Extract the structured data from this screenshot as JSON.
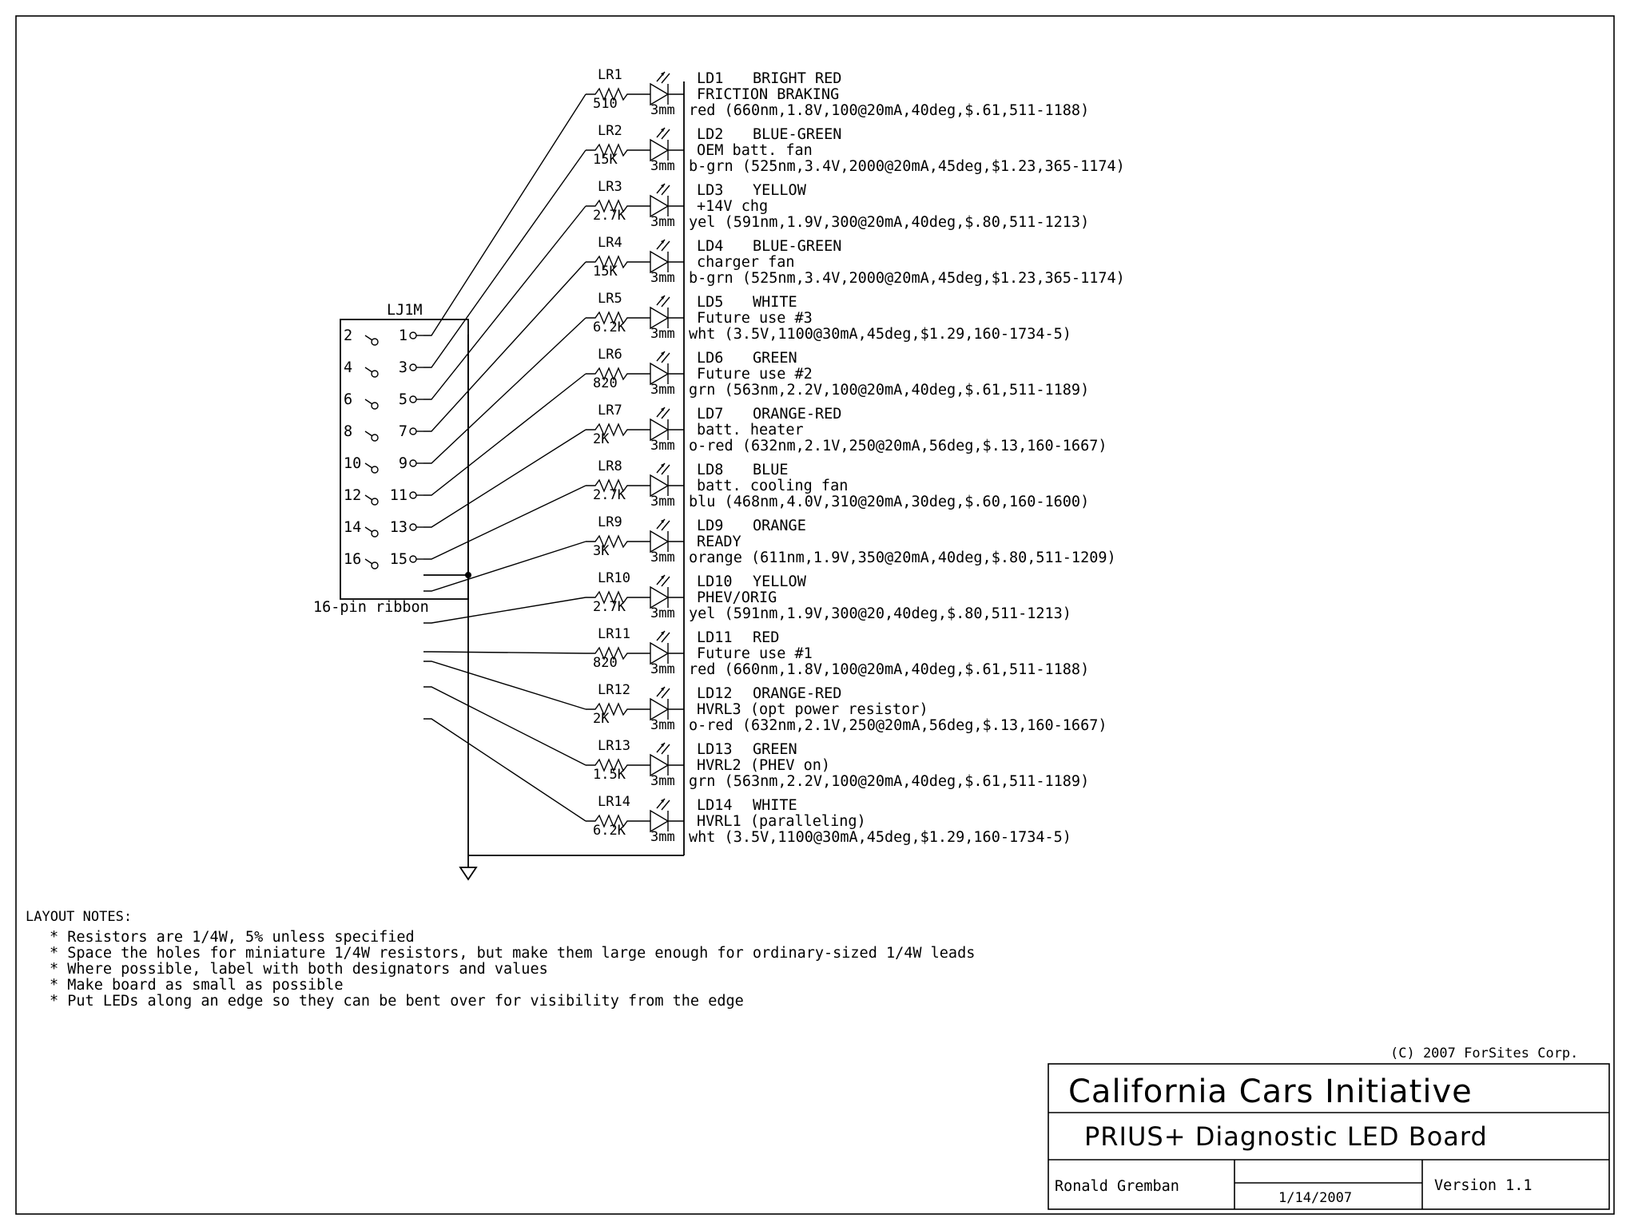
{
  "connector": {
    "name": "LJ1M",
    "caption": "16-pin ribbon",
    "odd_pins": [
      "1",
      "3",
      "5",
      "7",
      "9",
      "11",
      "13",
      "15"
    ],
    "even_pins": [
      "2",
      "4",
      "6",
      "8",
      "10",
      "12",
      "14",
      "16"
    ]
  },
  "led_package": "3mm",
  "channels": [
    {
      "resistor": "LR1",
      "value": "510",
      "led": "LD1",
      "color": "BRIGHT RED",
      "function": "FRICTION BRAKING",
      "spec": "red (660nm,1.8V,100@20mA,40deg,$.61,511-1188)"
    },
    {
      "resistor": "LR2",
      "value": "15K",
      "led": "LD2",
      "color": "BLUE-GREEN",
      "function": "OEM batt. fan",
      "spec": "b-grn (525nm,3.4V,2000@20mA,45deg,$1.23,365-1174)"
    },
    {
      "resistor": "LR3",
      "value": "2.7K",
      "led": "LD3",
      "color": "YELLOW",
      "function": "+14V chg",
      "spec": "yel (591nm,1.9V,300@20mA,40deg,$.80,511-1213)"
    },
    {
      "resistor": "LR4",
      "value": "15K",
      "led": "LD4",
      "color": "BLUE-GREEN",
      "function": "charger fan",
      "spec": "b-grn (525nm,3.4V,2000@20mA,45deg,$1.23,365-1174)"
    },
    {
      "resistor": "LR5",
      "value": "6.2K",
      "led": "LD5",
      "color": "WHITE",
      "function": "Future use #3",
      "spec": "wht (3.5V,1100@30mA,45deg,$1.29,160-1734-5)"
    },
    {
      "resistor": "LR6",
      "value": "820",
      "led": "LD6",
      "color": "GREEN",
      "function": "Future use #2",
      "spec": "grn (563nm,2.2V,100@20mA,40deg,$.61,511-1189)"
    },
    {
      "resistor": "LR7",
      "value": "2K",
      "led": "LD7",
      "color": "ORANGE-RED",
      "function": "batt. heater",
      "spec": "o-red (632nm,2.1V,250@20mA,56deg,$.13,160-1667)"
    },
    {
      "resistor": "LR8",
      "value": "2.7K",
      "led": "LD8",
      "color": "BLUE",
      "function": "batt. cooling fan",
      "spec": "blu (468nm,4.0V,310@20mA,30deg,$.60,160-1600)"
    },
    {
      "resistor": "LR9",
      "value": "3K",
      "led": "LD9",
      "color": "ORANGE",
      "function": "READY",
      "spec": "orange (611nm,1.9V,350@20mA,40deg,$.80,511-1209)"
    },
    {
      "resistor": "LR10",
      "value": "2.7K",
      "led": "LD10",
      "color": "YELLOW",
      "function": "PHEV/ORIG",
      "spec": "yel (591nm,1.9V,300@20,40deg,$.80,511-1213)"
    },
    {
      "resistor": "LR11",
      "value": "820",
      "led": "LD11",
      "color": "RED",
      "function": "Future use #1",
      "spec": "red (660nm,1.8V,100@20mA,40deg,$.61,511-1188)"
    },
    {
      "resistor": "LR12",
      "value": "2K",
      "led": "LD12",
      "color": "ORANGE-RED",
      "function": "HVRL3 (opt power resistor)",
      "spec": "o-red (632nm,2.1V,250@20mA,56deg,$.13,160-1667)"
    },
    {
      "resistor": "LR13",
      "value": "1.5K",
      "led": "LD13",
      "color": "GREEN",
      "function": "HVRL2 (PHEV on)",
      "spec": "grn (563nm,2.2V,100@20mA,40deg,$.61,511-1189)"
    },
    {
      "resistor": "LR14",
      "value": "6.2K",
      "led": "LD14",
      "color": "WHITE",
      "function": "HVRL1 (paralleling)",
      "spec": "wht (3.5V,1100@30mA,45deg,$1.29,160-1734-5)"
    }
  ],
  "notes": {
    "heading": "LAYOUT NOTES:",
    "items": [
      "* Resistors are 1/4W, 5% unless specified",
      "* Space the holes for miniature 1/4W resistors, but make them large enough for ordinary-sized 1/4W leads",
      "* Where possible, label with both designators and values",
      "* Make board as small as possible",
      "* Put LEDs along an edge so they can be bent over for visibility from the edge"
    ]
  },
  "title_block": {
    "copyright": "(C) 2007 ForSites Corp.",
    "org": "California Cars Initiative",
    "title": "PRIUS+ Diagnostic LED Board",
    "author": "Ronald Gremban",
    "date": "1/14/2007",
    "version": "Version 1.1"
  }
}
